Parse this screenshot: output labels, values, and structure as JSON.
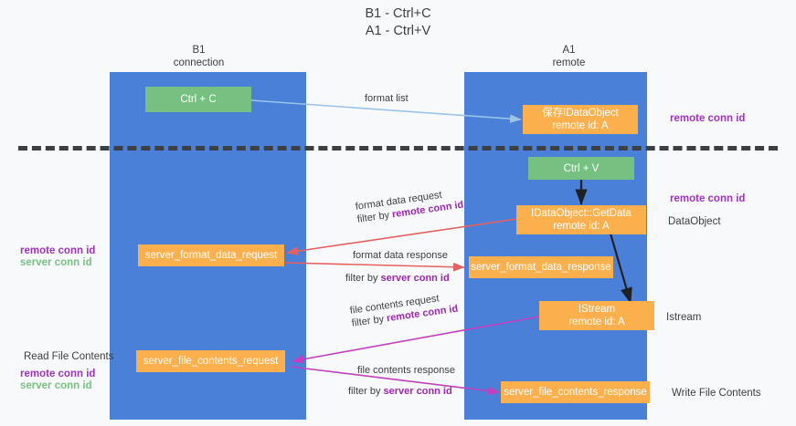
{
  "diagram": {
    "title_line1": "B1 - Ctrl+C",
    "title_line2": "A1 - Ctrl+V",
    "colors": {
      "lane": "#4a80d8",
      "node_orange": "#fbb04d",
      "node_green": "#76c182",
      "highlight_purple": "#a032c0",
      "highlight_green": "#76c182",
      "arrow_blue": "#9cc3e8",
      "arrow_red": "#e4615f",
      "arrow_black": "#202124",
      "arrow_magenta": "#c43fc0",
      "background": "#f8f9fa"
    },
    "columns": [
      {
        "name": "B1",
        "subtitle": "connection"
      },
      {
        "name": "A1",
        "subtitle": "remote"
      }
    ],
    "nodes": [
      {
        "id": "ctrl-c",
        "label": "Ctrl + C",
        "sub": "",
        "color": "green"
      },
      {
        "id": "save-idataobject",
        "label": "保存IDataObject",
        "sub": "remote id: A",
        "color": "orange"
      },
      {
        "id": "ctrl-v",
        "label": "Ctrl + V",
        "sub": "",
        "color": "green"
      },
      {
        "id": "idataobject-getdata",
        "label": "IDataObject::GetData",
        "sub": "remote id: A",
        "color": "orange"
      },
      {
        "id": "server-format-data-request",
        "label": "server_format_data_request",
        "sub": "",
        "color": "orange"
      },
      {
        "id": "server-format-data-response",
        "label": "server_format_data_response",
        "sub": "",
        "color": "orange"
      },
      {
        "id": "istream",
        "label": "IStream",
        "sub": "remote id: A",
        "color": "orange"
      },
      {
        "id": "server-file-contents-request",
        "label": "server_file_contents_request",
        "sub": "",
        "color": "orange"
      },
      {
        "id": "server-file-contents-response",
        "label": "server_file_contents_response",
        "sub": "",
        "color": "orange"
      }
    ],
    "edge_labels": {
      "format_list": "format list",
      "format_data_request": "format data request",
      "format_data_request_filter_prefix": "filter by ",
      "format_data_request_filter_key": "remote conn id",
      "format_data_response": "format data response",
      "format_data_response_filter_prefix": "filter by ",
      "format_data_response_filter_key": "server conn id",
      "file_contents_request": "file contents request",
      "file_contents_request_filter_prefix": "filter by ",
      "file_contents_request_filter_key": "remote conn id",
      "file_contents_response": "file contents response",
      "file_contents_response_filter_prefix": "filter by ",
      "file_contents_response_filter_key": "server conn id"
    },
    "side_labels": {
      "right_remote_conn_id_top": "remote conn id",
      "right_remote_conn_id_mid": "remote conn id",
      "right_dataobject": "DataObject",
      "right_istream": "Istream",
      "right_write_file_contents": "Write File Contents",
      "left_remote_conn_id_mid": "remote conn id",
      "left_server_conn_id_mid": "server conn id",
      "left_read_file_contents": "Read File Contents",
      "left_remote_conn_id_bottom": "remote conn id",
      "left_server_conn_id_bottom": "server conn id"
    }
  }
}
